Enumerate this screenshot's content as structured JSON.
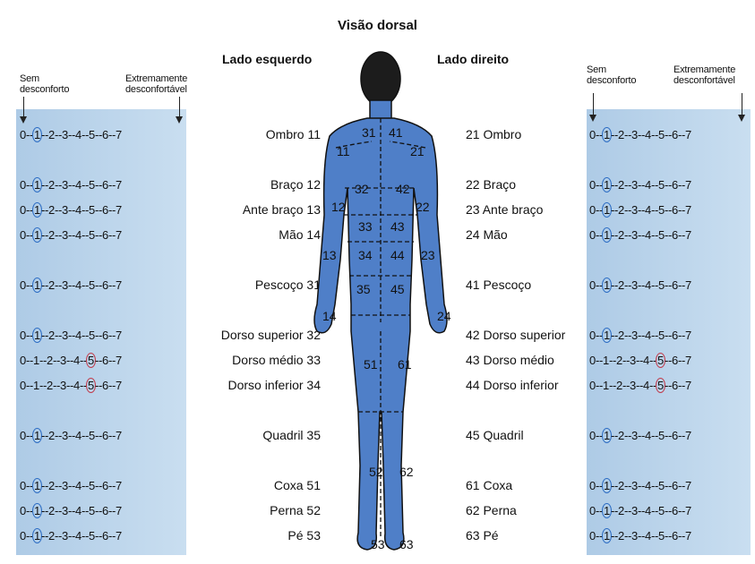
{
  "title": "Visão dorsal",
  "left_title": "Lado esquerdo",
  "right_title": "Lado direito",
  "scale_min_label": "Sem desconforto",
  "scale_max_label": "Extremamente desconfortável",
  "left_labels": [
    "Ombro 11",
    "Braço 12",
    "Ante braço 13",
    "Mão 14",
    "Pescoço 31",
    "Dorso superior 32",
    "Dorso médio 33",
    "Dorso inferior 34",
    "Quadril 35",
    "Coxa 51",
    "Perna 52",
    "Pé 53"
  ],
  "right_labels": [
    "21 Ombro",
    "22 Braço",
    "23 Ante braço",
    "24 Mão",
    "41 Pescoço",
    "42 Dorso superior",
    "43 Dorso médio",
    "44 Dorso inferior",
    "45 Quadril",
    "61 Coxa",
    "62 Perna",
    "63 Pé"
  ],
  "scale_values": [
    "0",
    "1",
    "2",
    "3",
    "4",
    "5",
    "6",
    "7"
  ],
  "left_ratings": [
    1,
    1,
    1,
    1,
    1,
    1,
    5,
    5,
    1,
    1,
    1,
    1
  ],
  "right_ratings": [
    1,
    1,
    1,
    1,
    1,
    1,
    5,
    5,
    1,
    1,
    1,
    1
  ],
  "region_numbers": [
    "31",
    "41",
    "11",
    "21",
    "32",
    "42",
    "12",
    "22",
    "33",
    "43",
    "13",
    "34",
    "44",
    "23",
    "35",
    "45",
    "14",
    "24",
    "51",
    "61",
    "52",
    "62",
    "53",
    "63"
  ],
  "colors": {
    "band": "#b5d0ea",
    "body": "#4f7fc8",
    "circle_blue": "#2b6cc4",
    "circle_red": "#c23a4a"
  }
}
